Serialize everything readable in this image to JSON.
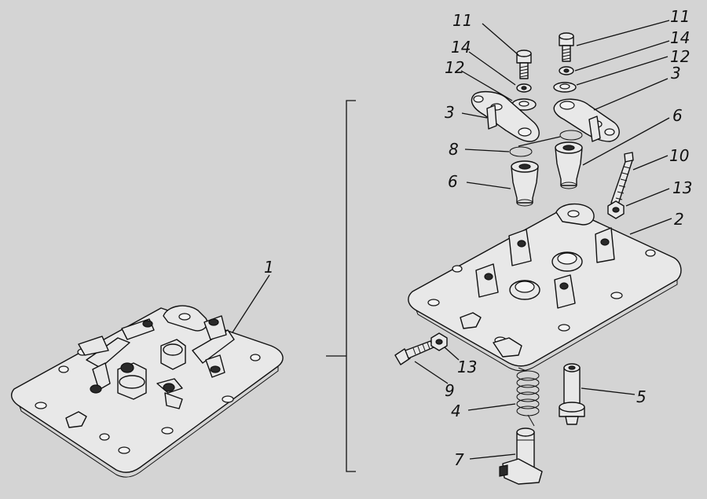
{
  "figure": {
    "background": "#d4d4d4",
    "ink": "#111111",
    "labels": {
      "assembly": "1",
      "plate": "2",
      "lever_left": "3",
      "lever_right": "3",
      "spring": "4",
      "pin": "5",
      "bushing_left": "6",
      "bushing_right": "6",
      "shaft": "7",
      "ring": "8",
      "bolt": "9",
      "rod": "10",
      "bolt_left": "11",
      "bolt_right": "11",
      "washer12_left": "12",
      "washer12_right": "12",
      "nut": "13",
      "rod_nut": "13",
      "washer14_left": "14",
      "washer14_right": "14"
    }
  }
}
